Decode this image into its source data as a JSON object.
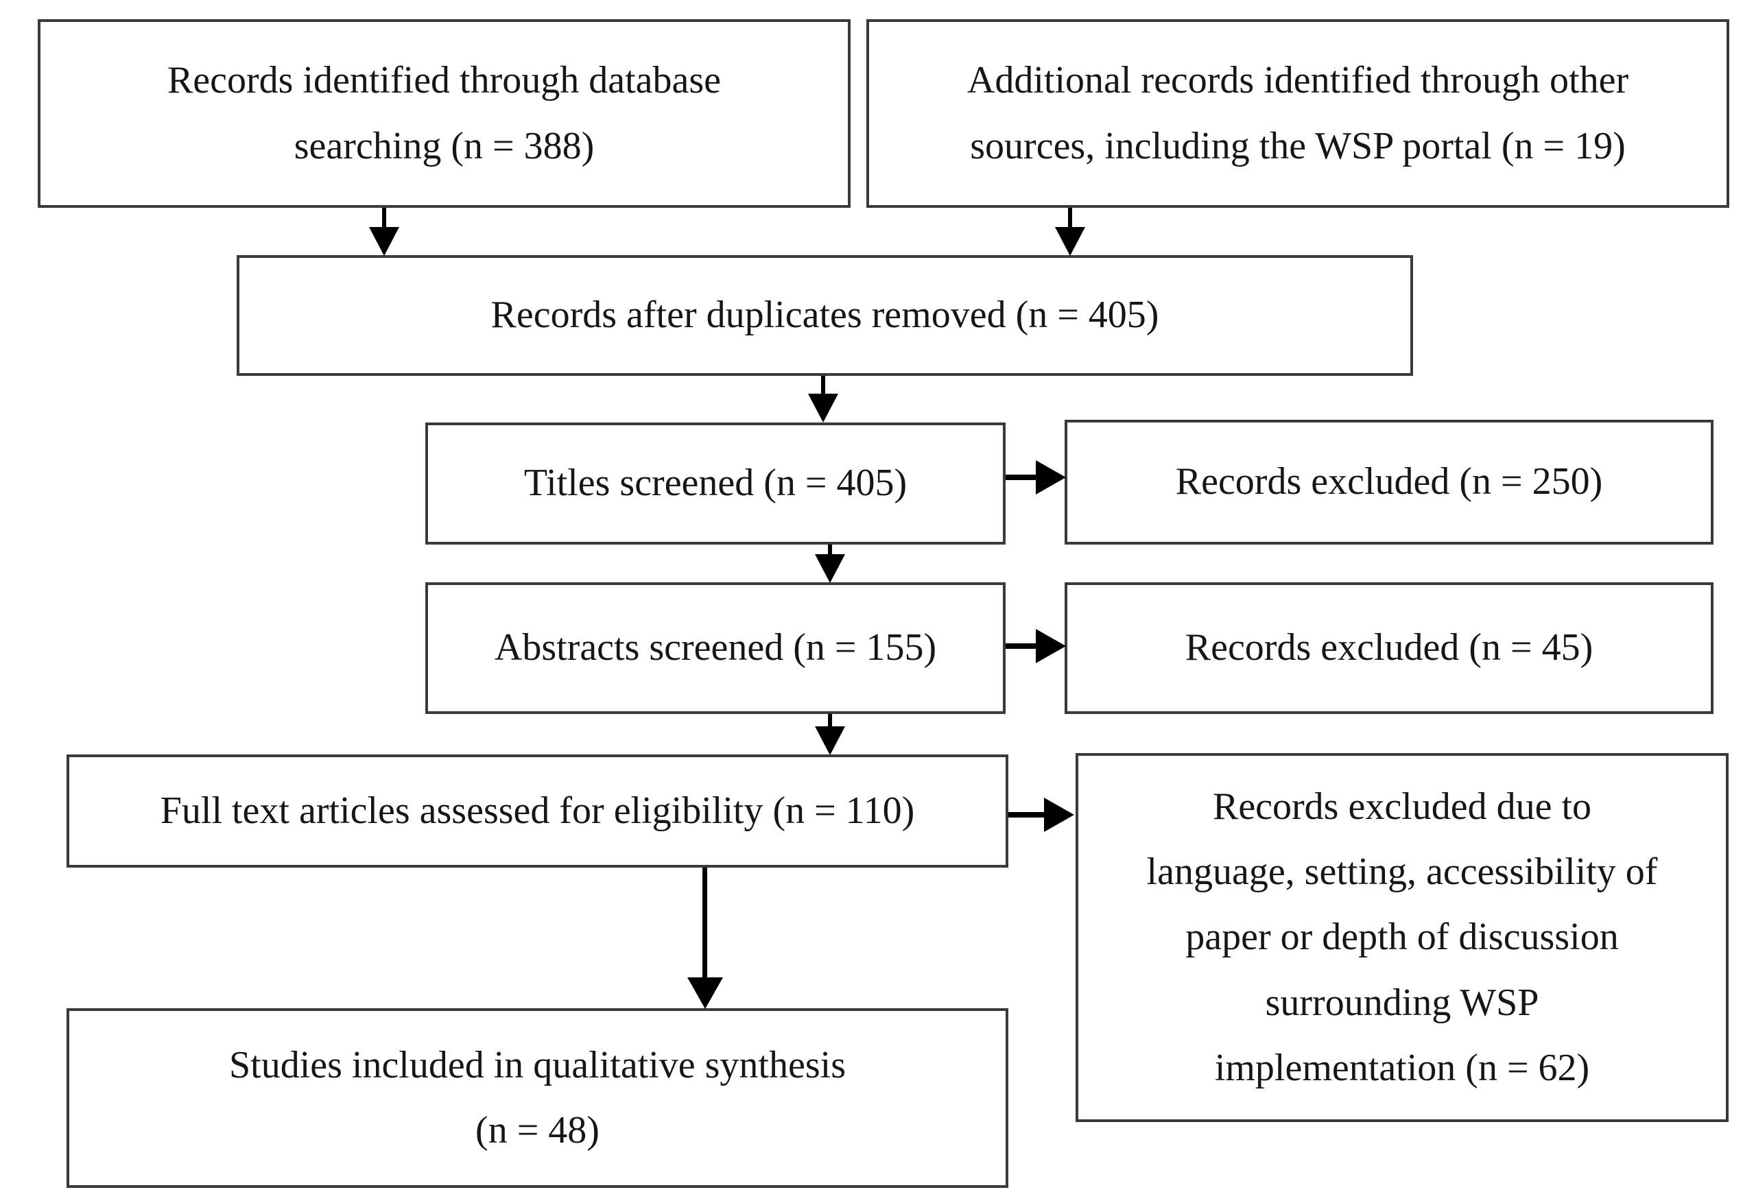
{
  "figure": {
    "kind": "prisma-flow-diagram",
    "background_color": "#ffffff",
    "box_border_color": "#3a3a3a",
    "arrow_color": "#000000",
    "text_color": "#161616"
  },
  "nodes": [
    {
      "id": "identified-database",
      "label": "Records identified through database\nsearching (n = 388)",
      "n": 388
    },
    {
      "id": "identified-other",
      "label": "Additional records identified through other\nsources, including the WSP portal (n = 19)",
      "n": 19
    },
    {
      "id": "after-duplicates",
      "label": "Records after duplicates removed (n = 405)",
      "n": 405
    },
    {
      "id": "titles-screened",
      "label": "Titles screened (n = 405)",
      "n": 405
    },
    {
      "id": "excluded-titles",
      "label": "Records excluded (n = 250)",
      "n": 250
    },
    {
      "id": "abstracts-screened",
      "label": "Abstracts screened (n = 155)",
      "n": 155
    },
    {
      "id": "excluded-abstracts",
      "label": "Records excluded (n = 45)",
      "n": 45
    },
    {
      "id": "fulltext-assessed",
      "label": "Full text articles assessed for eligibility (n = 110)",
      "n": 110
    },
    {
      "id": "excluded-fulltext",
      "label": "Records excluded due to\nlanguage, setting, accessibility of\npaper or depth of discussion\nsurrounding WSP\nimplementation (n = 62)",
      "n": 62
    },
    {
      "id": "included-qualitative",
      "label": "Studies included in qualitative synthesis\n(n = 48)",
      "n": 48
    }
  ],
  "edges": [
    {
      "from": "identified-database",
      "to": "after-duplicates"
    },
    {
      "from": "identified-other",
      "to": "after-duplicates"
    },
    {
      "from": "after-duplicates",
      "to": "titles-screened"
    },
    {
      "from": "titles-screened",
      "to": "excluded-titles"
    },
    {
      "from": "titles-screened",
      "to": "abstracts-screened"
    },
    {
      "from": "abstracts-screened",
      "to": "excluded-abstracts"
    },
    {
      "from": "abstracts-screened",
      "to": "fulltext-assessed"
    },
    {
      "from": "fulltext-assessed",
      "to": "excluded-fulltext"
    },
    {
      "from": "fulltext-assessed",
      "to": "included-qualitative"
    }
  ]
}
